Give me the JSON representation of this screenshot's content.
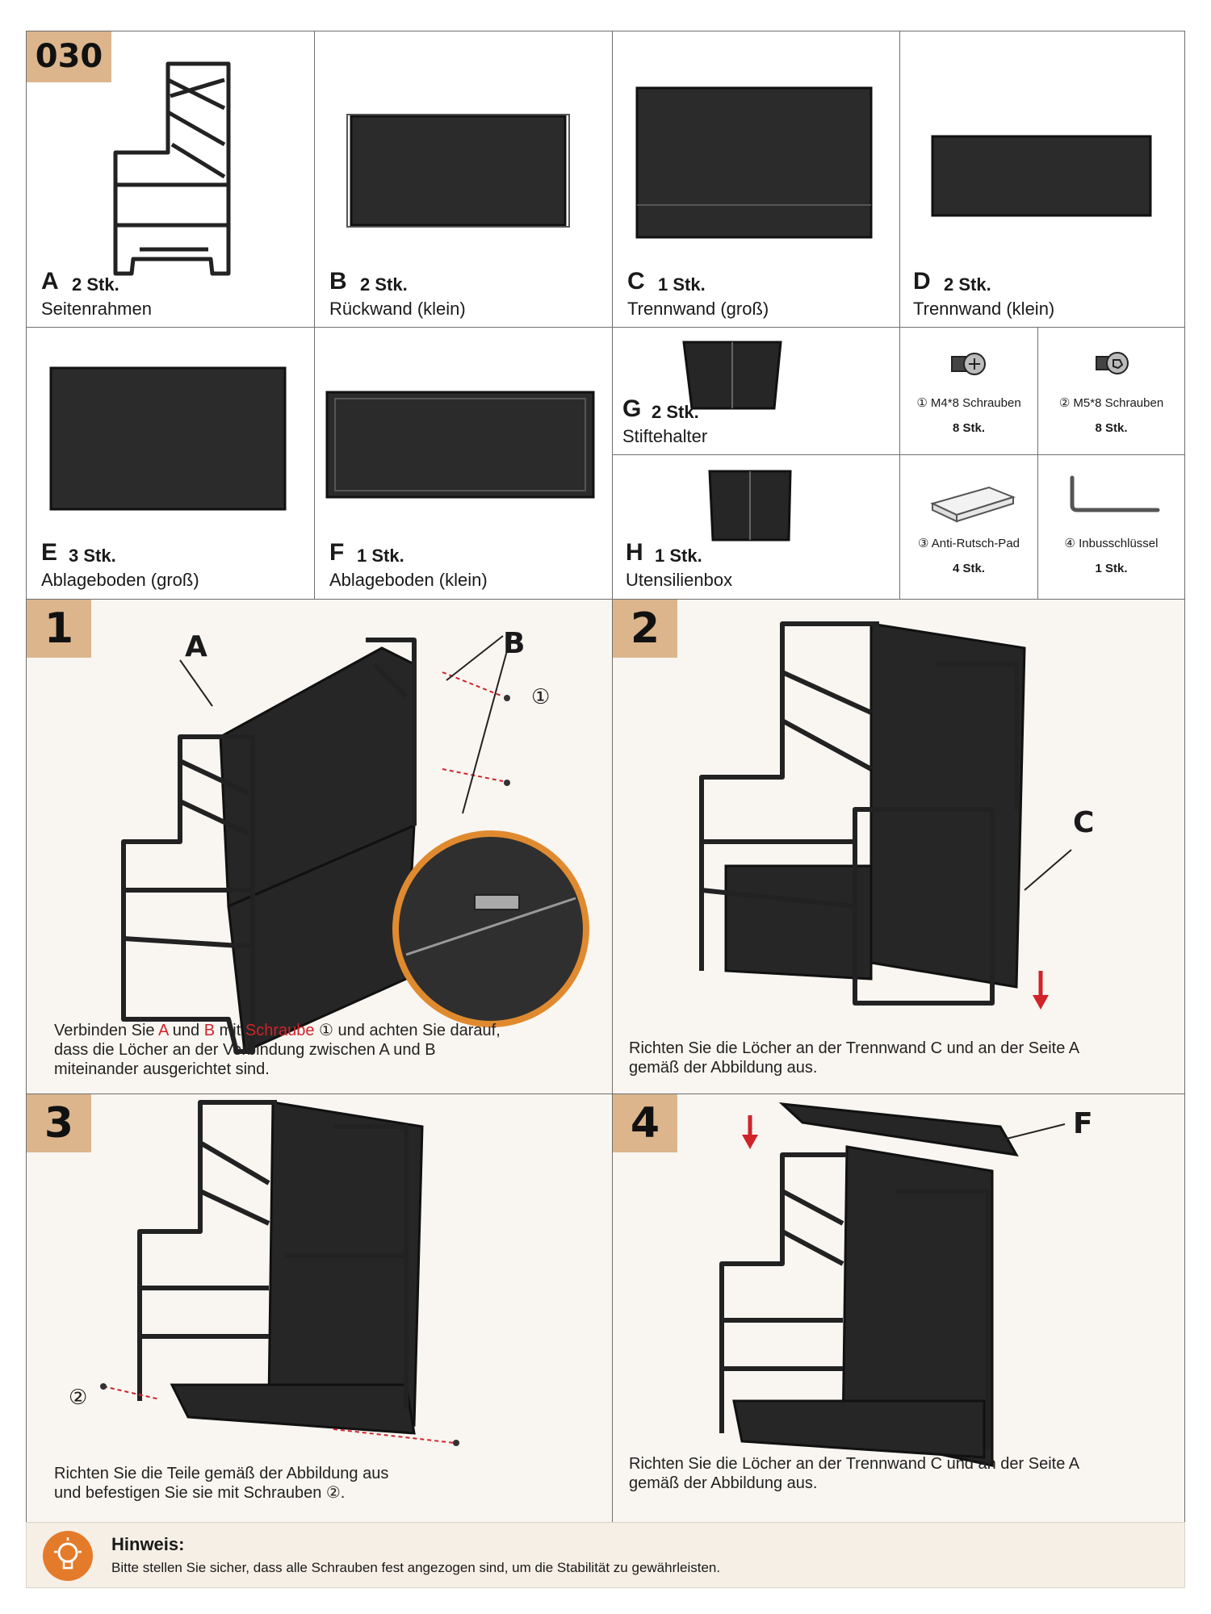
{
  "model_number": "030",
  "parts": [
    {
      "letter": "A",
      "qty": "2 Stk.",
      "name": "Seitenrahmen"
    },
    {
      "letter": "B",
      "qty": "2 Stk.",
      "name": "Rückwand (klein)"
    },
    {
      "letter": "C",
      "qty": "1 Stk.",
      "name": "Trennwand (groß)"
    },
    {
      "letter": "D",
      "qty": "2 Stk.",
      "name": "Trennwand (klein)"
    },
    {
      "letter": "E",
      "qty": "3 Stk.",
      "name": "Ablageboden (groß)"
    },
    {
      "letter": "F",
      "qty": "1 Stk.",
      "name": "Ablageboden (klein)"
    },
    {
      "letter": "G",
      "qty": "2 Stk.",
      "name": "Stiftehalter"
    },
    {
      "letter": "H",
      "qty": "1 Stk.",
      "name": "Utensilienbox"
    }
  ],
  "hardware": [
    {
      "name": "① M4*8 Schrauben",
      "qty": "8 Stk."
    },
    {
      "name": "② M5*8 Schrauben",
      "qty": "8 Stk."
    },
    {
      "name": "③ Anti-Rutsch-Pad",
      "qty": "4 Stk."
    },
    {
      "name": "④ Inbusschlüssel",
      "qty": "1 Stk."
    }
  ],
  "steps": [
    {
      "number": "1",
      "callouts": [
        "A",
        "B",
        "①"
      ],
      "text": {
        "t1": "Verbinden Sie ",
        "a": "A",
        "t2": " und ",
        "b": "B",
        "t3": " mit ",
        "screw": "Schraube",
        "t4": " ① und achten Sie darauf,",
        "line2": "dass die Löcher an der Verbindung zwischen A und B",
        "line3": "miteinander ausgerichtet sind."
      }
    },
    {
      "number": "2",
      "callouts": [
        "C"
      ],
      "text": {
        "line1": "Richten Sie die Löcher an der Trennwand C und an der Seite A",
        "line2": "gemäß der Abbildung aus."
      }
    },
    {
      "number": "3",
      "callouts": [
        "②"
      ],
      "text": {
        "line1": "Richten Sie die Teile gemäß der Abbildung aus",
        "line2": "und befestigen Sie sie mit Schrauben ②."
      }
    },
    {
      "number": "4",
      "callouts": [
        "F"
      ],
      "text": {
        "line1": "Richten Sie die Löcher an der Trennwand C und an der Seite A",
        "line2": "gemäß der Abbildung aus."
      }
    }
  ],
  "hint": {
    "title": "Hinweis:",
    "text": "Bitte stellen Sie sicher, dass alle Schrauben fest angezogen sind, um die Stabilität zu gewährleisten."
  },
  "colors": {
    "badge": "#dcb58c",
    "accent_red": "#d1232a",
    "hint_icon": "#e47b2a",
    "hint_bg": "#f6efe6"
  },
  "icons": [
    "lightbulb-icon",
    "screw-icon",
    "hex-key-icon",
    "anti-slip-pad-icon"
  ]
}
